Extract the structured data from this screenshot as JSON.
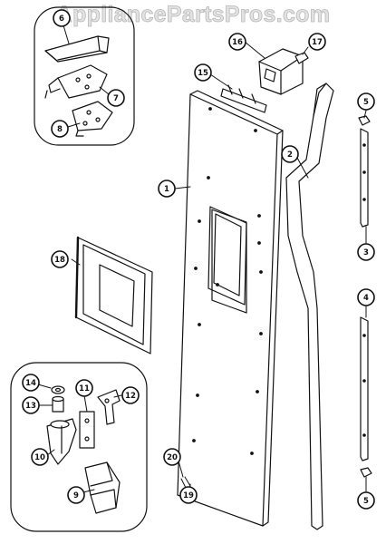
{
  "watermark": "AppliancePartsPros.com",
  "callouts": {
    "p1": "1",
    "p2": "2",
    "p3": "3",
    "p4": "4",
    "p5a": "5",
    "p5b": "5",
    "p6": "6",
    "p7": "7",
    "p8": "8",
    "p9": "9",
    "p10": "10",
    "p11": "11",
    "p12": "12",
    "p13": "13",
    "p14": "14",
    "p15": "15",
    "p16": "16",
    "p17": "17",
    "p18": "18",
    "p19": "19",
    "p20": "20"
  }
}
